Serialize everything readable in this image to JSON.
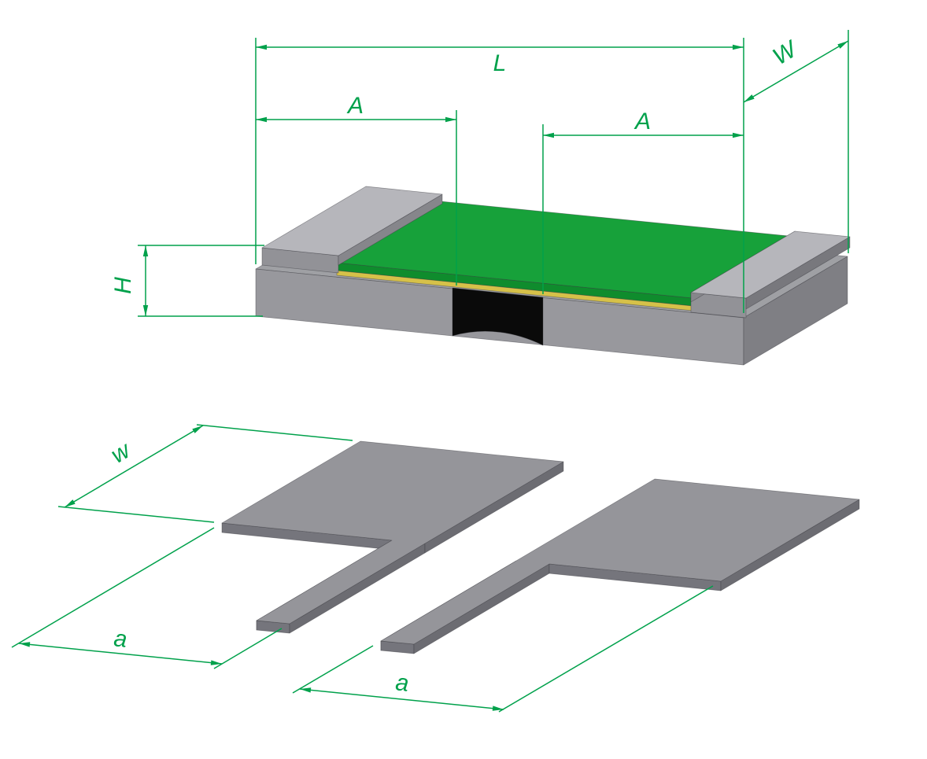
{
  "diagram": {
    "chip": {
      "dim_length": "L",
      "dim_width": "W",
      "dim_electrode_left": "A",
      "dim_electrode_right": "A",
      "dim_height": "H"
    },
    "electrodes": {
      "dim_width": "w",
      "dim_left_length": "a",
      "dim_right_length": "a"
    },
    "colors": {
      "dimension": "#00a14b",
      "body_top": "#9fa0a4",
      "body_front": "#98989d",
      "body_side": "#7f7f84",
      "cap_top": "#b6b6bb",
      "cap_front": "#929297",
      "cap_inner": "#86868b",
      "cap_outer": "#78787d",
      "coating": "#17a13a",
      "coating_edge": "#0f8c2d",
      "underlayer": "#d6c149",
      "gap": "#0a0a0a",
      "electrode_top": "#95959a",
      "electrode_side": "#75757c",
      "electrode_side_dark": "#6c6c72"
    }
  }
}
